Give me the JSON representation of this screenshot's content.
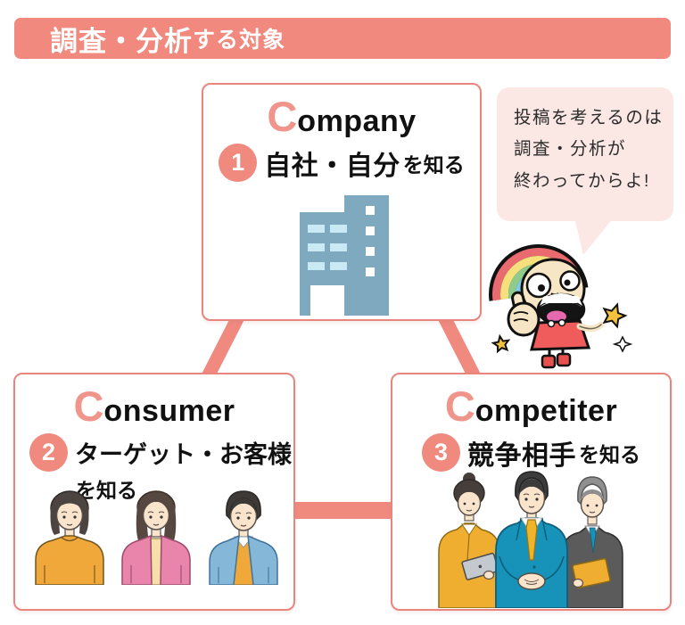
{
  "header": {
    "title_emphasis": "調査・分析",
    "title_rest": "する対象"
  },
  "cards": {
    "company": {
      "initial": "C",
      "title_rest": "ompany",
      "number": "1",
      "label_bold": "自社・自分",
      "label_suffix": "を知る"
    },
    "consumer": {
      "initial": "C",
      "title_rest": "onsumer",
      "number": "2",
      "label_bold": "ターゲット・お客様",
      "label_line2": "を知る"
    },
    "competitor": {
      "initial": "C",
      "title_rest": "ompetiter",
      "number": "3",
      "label_bold": "競争相手",
      "label_suffix": "を知る"
    }
  },
  "speech_bubble": {
    "lines": [
      "投稿を考えるのは",
      "調査・分析が",
      "終わってからよ!"
    ]
  },
  "icons": {
    "company": "office-building-icon",
    "consumer": "three-consumers-illustration",
    "competitor": "business-team-illustration",
    "mascot": "rainbow-girl-character"
  },
  "colors": {
    "salmon": "#F0897E",
    "bubble_bg": "#FBE8E5",
    "card_border": "#E9857D",
    "building_blue": "#7FA9BF",
    "building_window": "#C9EAF4",
    "text_black": "#1B1B1B"
  }
}
